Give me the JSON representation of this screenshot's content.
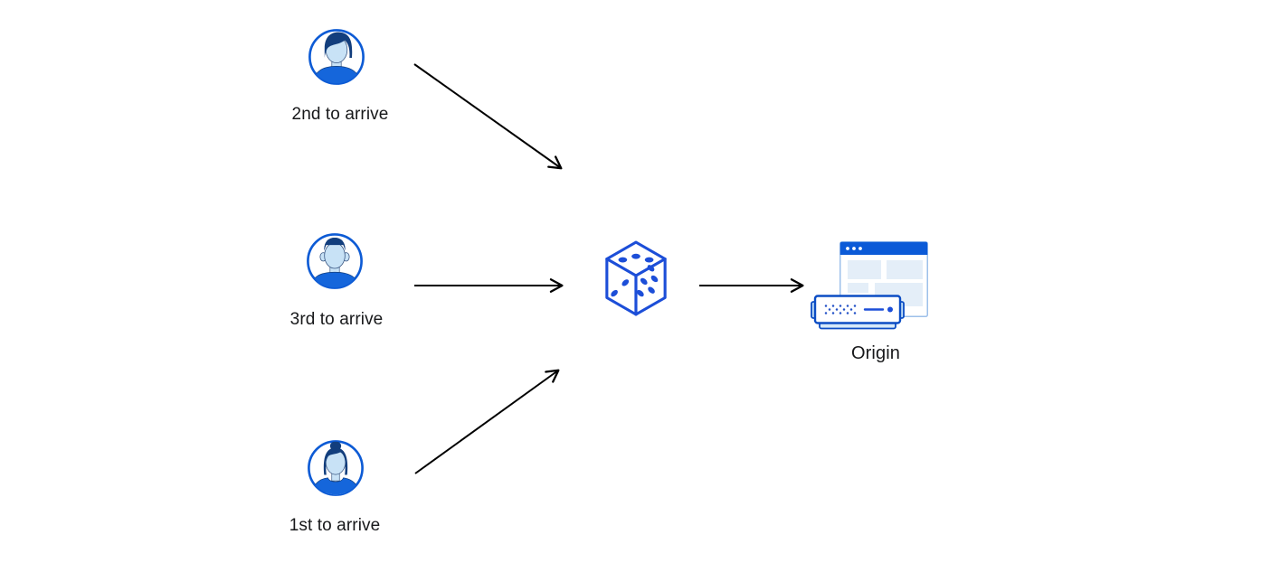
{
  "diagram": {
    "clients": [
      {
        "id": "client-top",
        "label": "2nd to arrive",
        "avatar": "man-swoop-hair"
      },
      {
        "id": "client-middle",
        "label": "3rd to arrive",
        "avatar": "man-short-hair"
      },
      {
        "id": "client-bottom",
        "label": "1st to arrive",
        "avatar": "woman-bun-hair"
      }
    ],
    "steering": {
      "icon": "dice"
    },
    "origin": {
      "label": "Origin",
      "icon": "origin-server-browser"
    }
  },
  "colors": {
    "accent_blue": "#0d5bd5",
    "shirt_blue": "#1566db",
    "hair_navy": "#123e7d",
    "face_light_blue": "#c8e2f6",
    "dice_blue": "#1c4ed8",
    "window_titlebar_blue": "#0b5ad7",
    "window_border_blue": "#9dc0ea",
    "window_panel_blue": "#e4eef8",
    "server_border_blue": "#0c4dc4",
    "server_base_blue": "#d6e9f9",
    "arrow_black": "#000000",
    "label_text": "#17181a"
  }
}
